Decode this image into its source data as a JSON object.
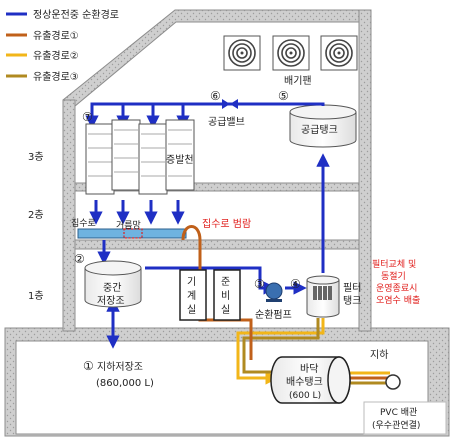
{
  "legend": [
    {
      "label": "정상운전중 순환경로",
      "color": "#1f2fc4"
    },
    {
      "label": "유출경로①",
      "color": "#c0601a"
    },
    {
      "label": "유출경로②",
      "color": "#f2b619"
    },
    {
      "label": "유출경로③",
      "color": "#b08a20"
    }
  ],
  "floors": {
    "f3": "3층",
    "f2": "2층",
    "f1": "1층",
    "b1": "지하"
  },
  "labels": {
    "exhaust_fan": "배기팬",
    "supply_valve": "공급밸브",
    "supply_tank": "공급탱크",
    "evaporator": "증발천",
    "collector": "집수로",
    "strainer": "거름망",
    "collector_overflow": "집수로 범람",
    "mid_tank_l1": "중간",
    "mid_tank_l2": "저장조",
    "machine_room_l1": "기",
    "machine_room_l2": "계",
    "machine_room_l3": "실",
    "prep_room_l1": "준",
    "prep_room_l2": "비",
    "prep_room_l3": "실",
    "circ_pump": "순환펌프",
    "filter_tank_l1": "필터",
    "filter_tank_l2": "탱크",
    "filter_note_l1": "필터교체 및",
    "filter_note_l2": "동절기",
    "filter_note_l3": "운영종료시",
    "filter_note_l4": "오염수 배출",
    "under_tank_l1": "지하저장조",
    "under_tank_l2": "(860,000 L)",
    "floor_tank_l1": "바닥",
    "floor_tank_l2": "배수탱크",
    "floor_tank_l3": "(600 L)",
    "pvc_l1": "PVC 배관",
    "pvc_l2": "(우수관연결)"
  },
  "markers": {
    "m1": "①",
    "m2": "②",
    "m3": "③",
    "m4": "④",
    "m5": "⑤",
    "m6": "⑥",
    "m7": "⑦"
  },
  "colors": {
    "circulation": "#1f2fc4",
    "leak1": "#c0601a",
    "leak2": "#f2b619",
    "leak3": "#b08a20",
    "wall": "#9a9a9a",
    "ground": "#c8c8c8",
    "alert": "#e0201e"
  }
}
